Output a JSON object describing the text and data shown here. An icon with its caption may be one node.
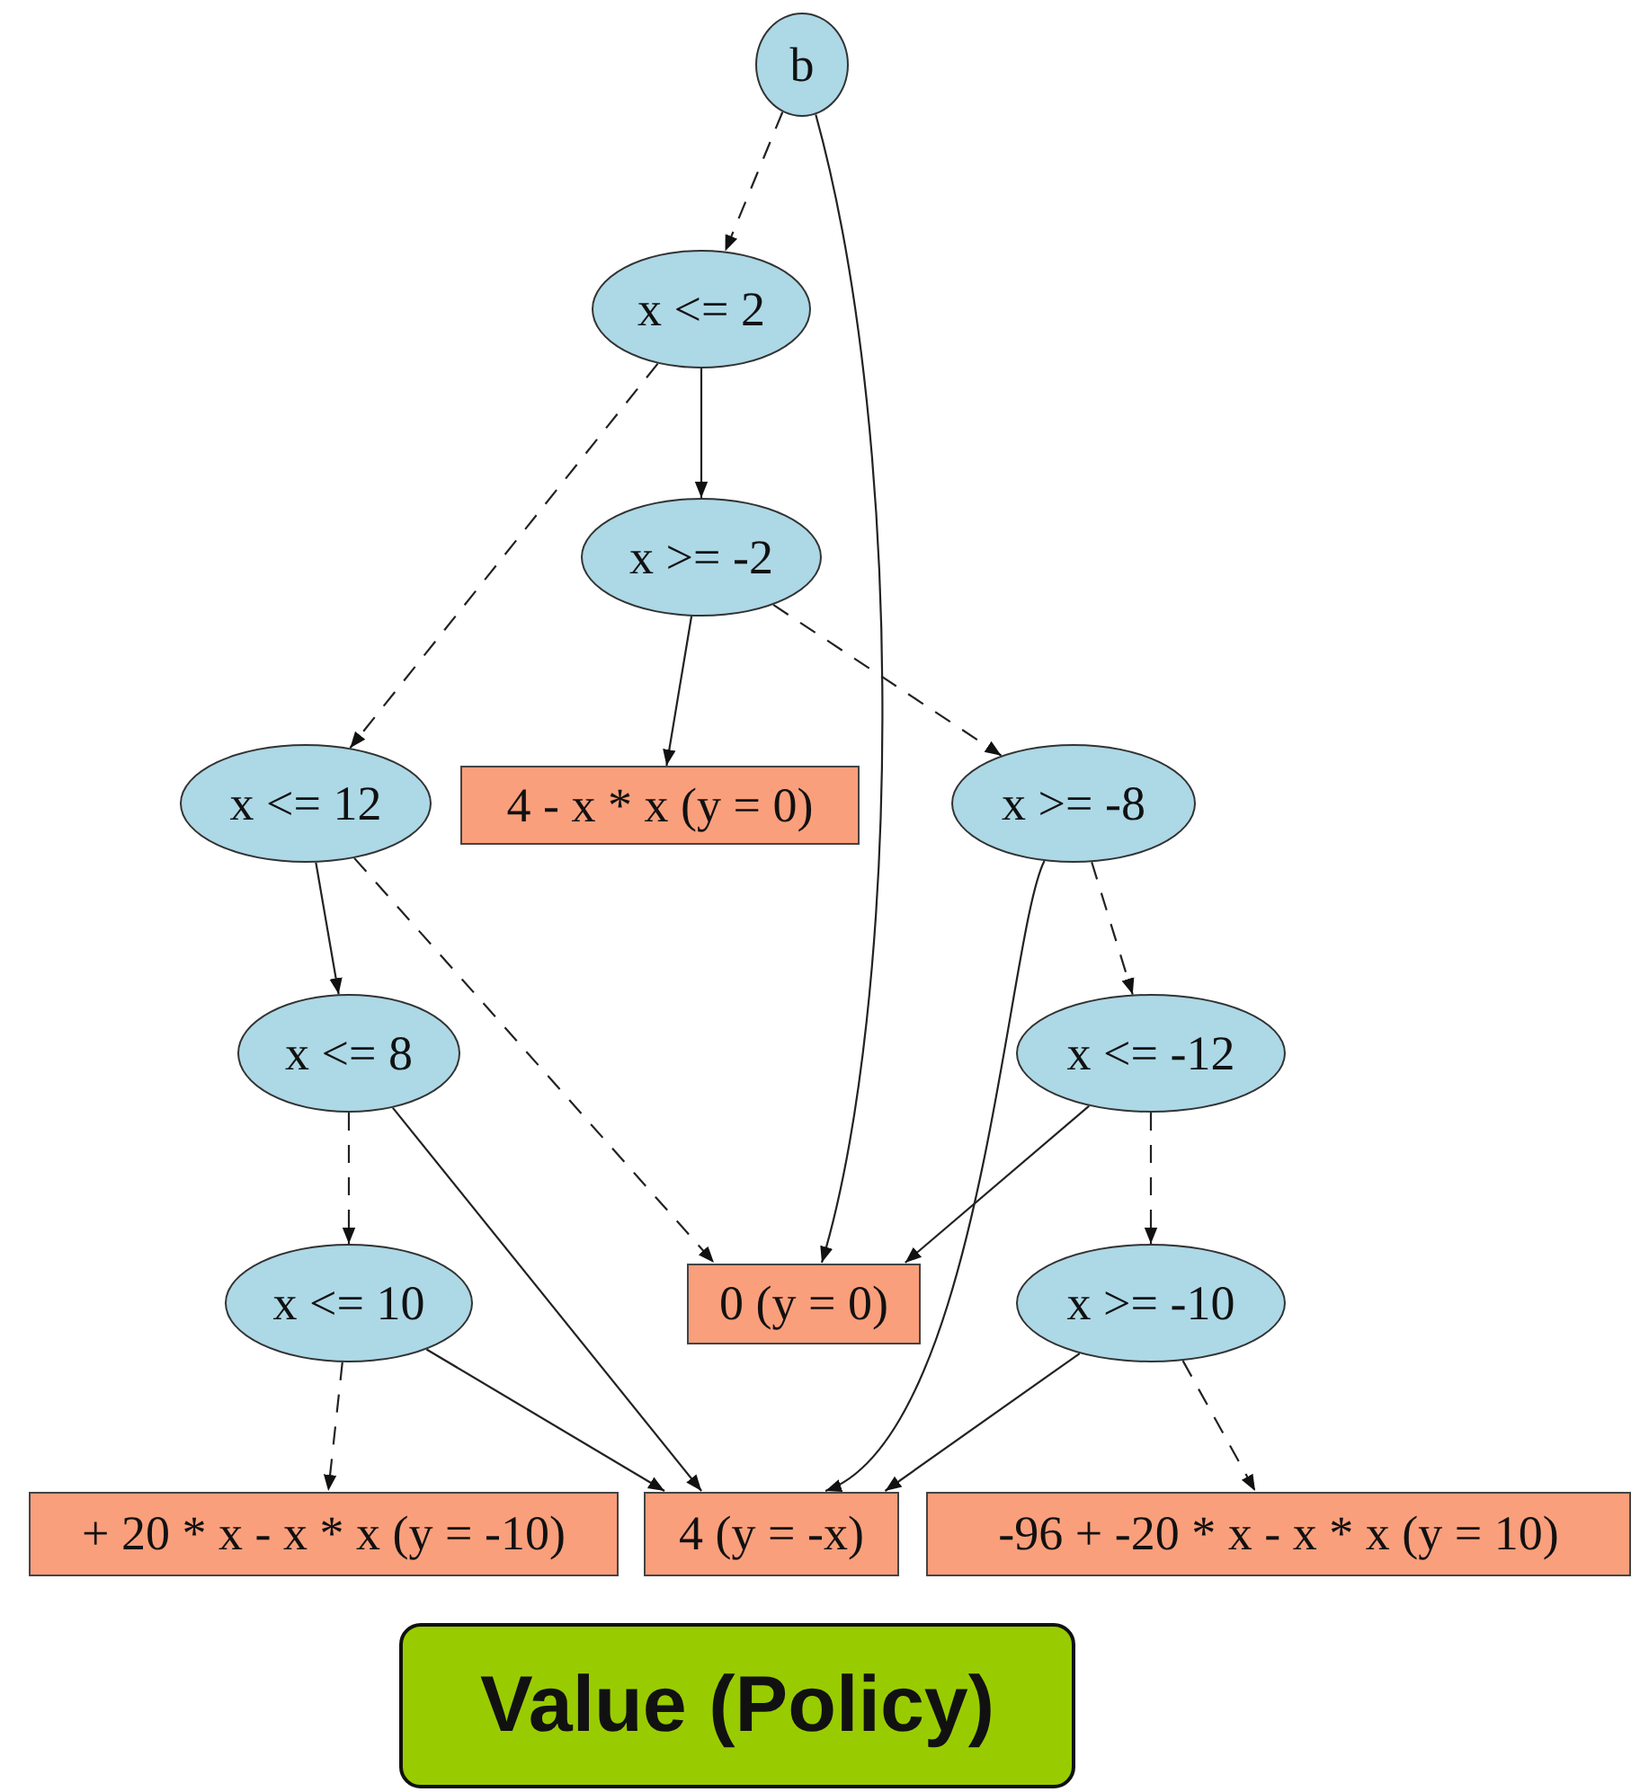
{
  "diagram": {
    "nodes": [
      {
        "text": [
          "b"
        ]
      },
      {
        "text": [
          "x <= 2"
        ]
      },
      {
        "text": [
          "x >= -2"
        ]
      },
      {
        "text": [
          "x <= 12"
        ]
      },
      {
        "text": [
          "4 - x * x (y = 0)"
        ]
      },
      {
        "text": [
          "x >= -8"
        ]
      },
      {
        "text": [
          "x <= 8"
        ]
      },
      {
        "text": [
          "x <= -12"
        ]
      },
      {
        "text": [
          "x <= 10"
        ]
      },
      {
        "text": [
          "0 (y = 0)"
        ]
      },
      {
        "text": [
          "x >= -10"
        ]
      },
      {
        "text": [
          "+ 20 * x - x * x (y = -10)"
        ]
      },
      {
        "text": [
          "4 (y = -x)"
        ]
      },
      {
        "text": [
          "-96 + -20 * x - x * x (y = 10)"
        ]
      },
      {
        "text": [
          "Value (Policy)"
        ]
      }
    ],
    "edges": [
      {
        "from": 0,
        "to": 1,
        "arrow": "to",
        "style": "dashed"
      },
      {
        "from": 0,
        "to": 9,
        "arrow": "to"
      },
      {
        "from": 1,
        "to": 3,
        "arrow": "to",
        "style": "dashed"
      },
      {
        "from": 1,
        "to": 2,
        "arrow": "to"
      },
      {
        "from": 2,
        "to": 4,
        "arrow": "to"
      },
      {
        "from": 2,
        "to": 5,
        "arrow": "to",
        "style": "dashed"
      },
      {
        "from": 3,
        "to": 6,
        "arrow": "to"
      },
      {
        "from": 3,
        "to": 9,
        "arrow": "to",
        "style": "dashed"
      },
      {
        "from": 5,
        "to": 12,
        "arrow": "to"
      },
      {
        "from": 5,
        "to": 7,
        "arrow": "to",
        "style": "dashed"
      },
      {
        "from": 6,
        "to": 8,
        "arrow": "to",
        "style": "dashed"
      },
      {
        "from": 6,
        "to": 12,
        "arrow": "to"
      },
      {
        "from": 7,
        "to": 9,
        "arrow": "to"
      },
      {
        "from": 7,
        "to": 10,
        "arrow": "to",
        "style": "dashed"
      },
      {
        "from": 8,
        "to": 11,
        "arrow": "to",
        "style": "dashed"
      },
      {
        "from": 8,
        "to": 12,
        "arrow": "to"
      },
      {
        "from": 10,
        "to": 12,
        "arrow": "to"
      },
      {
        "from": 10,
        "to": 13,
        "arrow": "to",
        "style": "dashed"
      }
    ]
  }
}
